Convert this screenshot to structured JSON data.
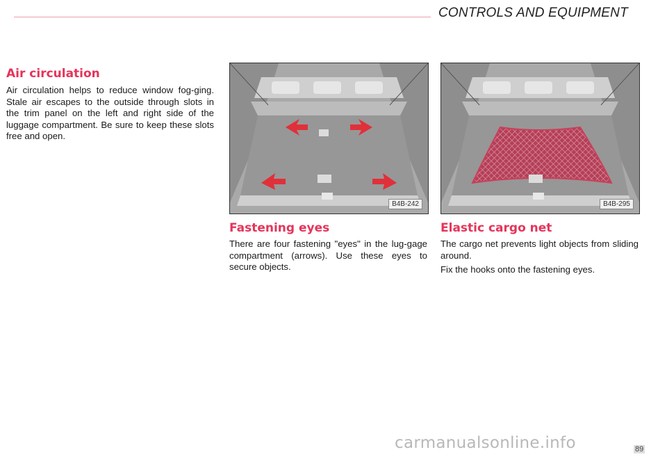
{
  "header": {
    "title": "CONTROLS AND EQUIPMENT"
  },
  "air_circulation": {
    "title": "Air circulation",
    "text": "Air circulation helps to reduce window fog-ging. Stale air escapes to the outside through slots in the trim panel on the left and right side of the luggage compartment. Be sure to keep these slots free and open."
  },
  "fastening_eyes": {
    "title": "Fastening eyes",
    "text": "There are four fastening \"eyes\" in the lug-gage compartment (arrows). Use these eyes to secure objects.",
    "figure_label": "B4B-242"
  },
  "cargo_net": {
    "title": "Elastic cargo net",
    "text1": "The cargo net prevents light objects from sliding around.",
    "text2": "Fix the hooks onto the fastening eyes.",
    "figure_label": "B4B-295"
  },
  "footer": {
    "watermark": "carmanualsonline.info",
    "page_number": "89"
  },
  "colors": {
    "accent": "#e5345a",
    "arrow": "#e0303a",
    "net": "#c8405a"
  }
}
